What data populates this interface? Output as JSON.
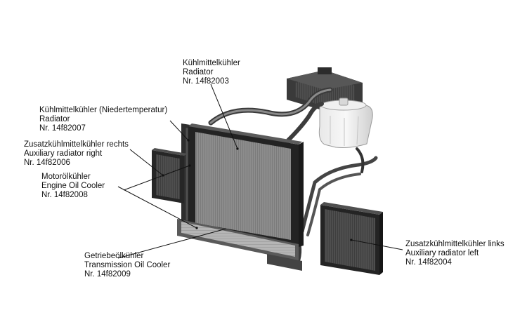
{
  "callouts": {
    "radiator": {
      "line1": "Kühlmittelkühler",
      "line2": "Radiator",
      "part_no": "Nr. 14f82003"
    },
    "low_temp_radiator": {
      "line1": "Kühlmittelkühler (Niedertemperatur)",
      "line2": "Radiator",
      "part_no": "Nr. 14f82007"
    },
    "aux_radiator_right": {
      "line1": "Zusatzkühlmittelkühler rechts",
      "line2": "Auxiliary radiator right",
      "part_no": "Nr. 14f82006"
    },
    "engine_oil_cooler": {
      "line1": "Motorölkühler",
      "line2": "Engine Oil Cooler",
      "part_no": "Nr. 14f82008"
    },
    "transmission_oil_cooler": {
      "line1": "Getriebeölkühler",
      "line2": "Transmission Oil Cooler",
      "part_no": "Nr. 14f82009"
    },
    "aux_radiator_left": {
      "line1": "Zusatzkühlmittelkühler links",
      "line2": "Auxiliary radiator left",
      "part_no": "Nr. 14f82004"
    }
  }
}
